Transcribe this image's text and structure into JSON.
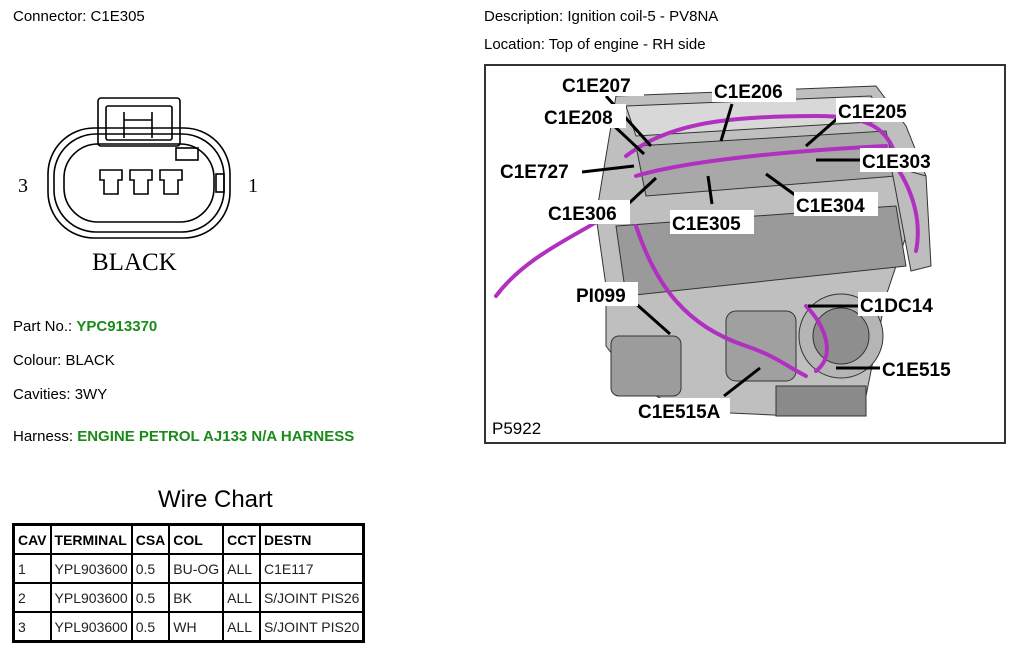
{
  "connector": {
    "label": "Connector:",
    "value": "C1E305"
  },
  "description": {
    "label": "Description:",
    "value": "Ignition coil-5 - PV8NA"
  },
  "location": {
    "label": "Location:",
    "value": "Top of engine - RH side"
  },
  "drawing": {
    "pin_left": "3",
    "pin_right": "1",
    "colour_text": "BLACK"
  },
  "part_no": {
    "label": "Part No.:",
    "value": "YPC913370"
  },
  "colour": {
    "label": "Colour:",
    "value": "BLACK"
  },
  "cavities": {
    "label": "Cavities:",
    "value": "3WY"
  },
  "harness": {
    "label": "Harness:",
    "value": "ENGINE PETROL AJ133 N/A HARNESS"
  },
  "wire_chart": {
    "title": "Wire Chart",
    "headers": [
      "CAV",
      "TERMINAL",
      "CSA",
      "COL",
      "CCT",
      "DESTN"
    ],
    "rows": [
      [
        "1",
        "YPL903600",
        "0.5",
        "BU-OG",
        "ALL",
        "C1E117"
      ],
      [
        "2",
        "YPL903600",
        "0.5",
        "BK",
        "ALL",
        "S/JOINT PIS26"
      ],
      [
        "3",
        "YPL903600",
        "0.5",
        "WH",
        "ALL",
        "S/JOINT PIS20"
      ]
    ]
  },
  "photo": {
    "ref": "P5922",
    "callouts": [
      "C1E207",
      "C1E206",
      "C1E208",
      "C1E205",
      "C1E727",
      "C1E303",
      "C1E306",
      "C1E305",
      "C1E304",
      "PI099",
      "C1DC14",
      "C1E515",
      "C1E515A"
    ]
  },
  "colors": {
    "harness": "#b030c0",
    "green_text": "#1a8a1a"
  }
}
